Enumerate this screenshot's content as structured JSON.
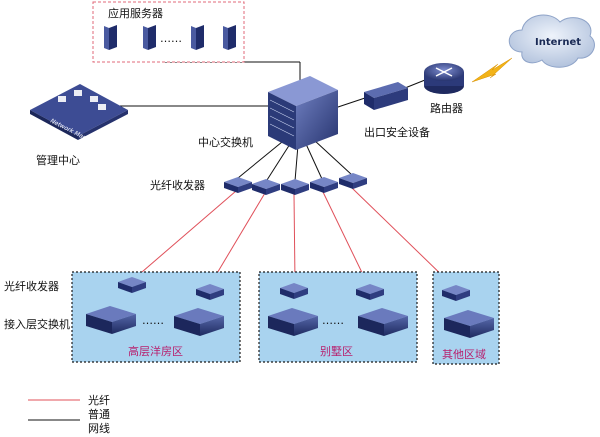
{
  "labels": {
    "app_servers": "应用服务器",
    "internet": "Internet",
    "router": "路由器",
    "egress_security": "出口安全设备",
    "core_switch": "中心交换机",
    "management_center": "管理中心",
    "network_management": "Network Management",
    "fiber_transceiver_top": "光纤收发器",
    "fiber_transceiver_left": "光纤收发器",
    "access_switch": "接入层交换机",
    "dots": "……"
  },
  "zones": [
    {
      "label": "高层洋房区"
    },
    {
      "label": "别墅区"
    },
    {
      "label": "其他区域"
    }
  ],
  "legend": [
    {
      "label": "光纤",
      "color": "#e0505a"
    },
    {
      "label": "普通",
      "color": "#111111"
    }
  ],
  "legend_extra": "网线",
  "colors": {
    "fiber": "#e0505a",
    "zone_fill": "#a9d3ef",
    "device_dark": "#2b3a78"
  }
}
